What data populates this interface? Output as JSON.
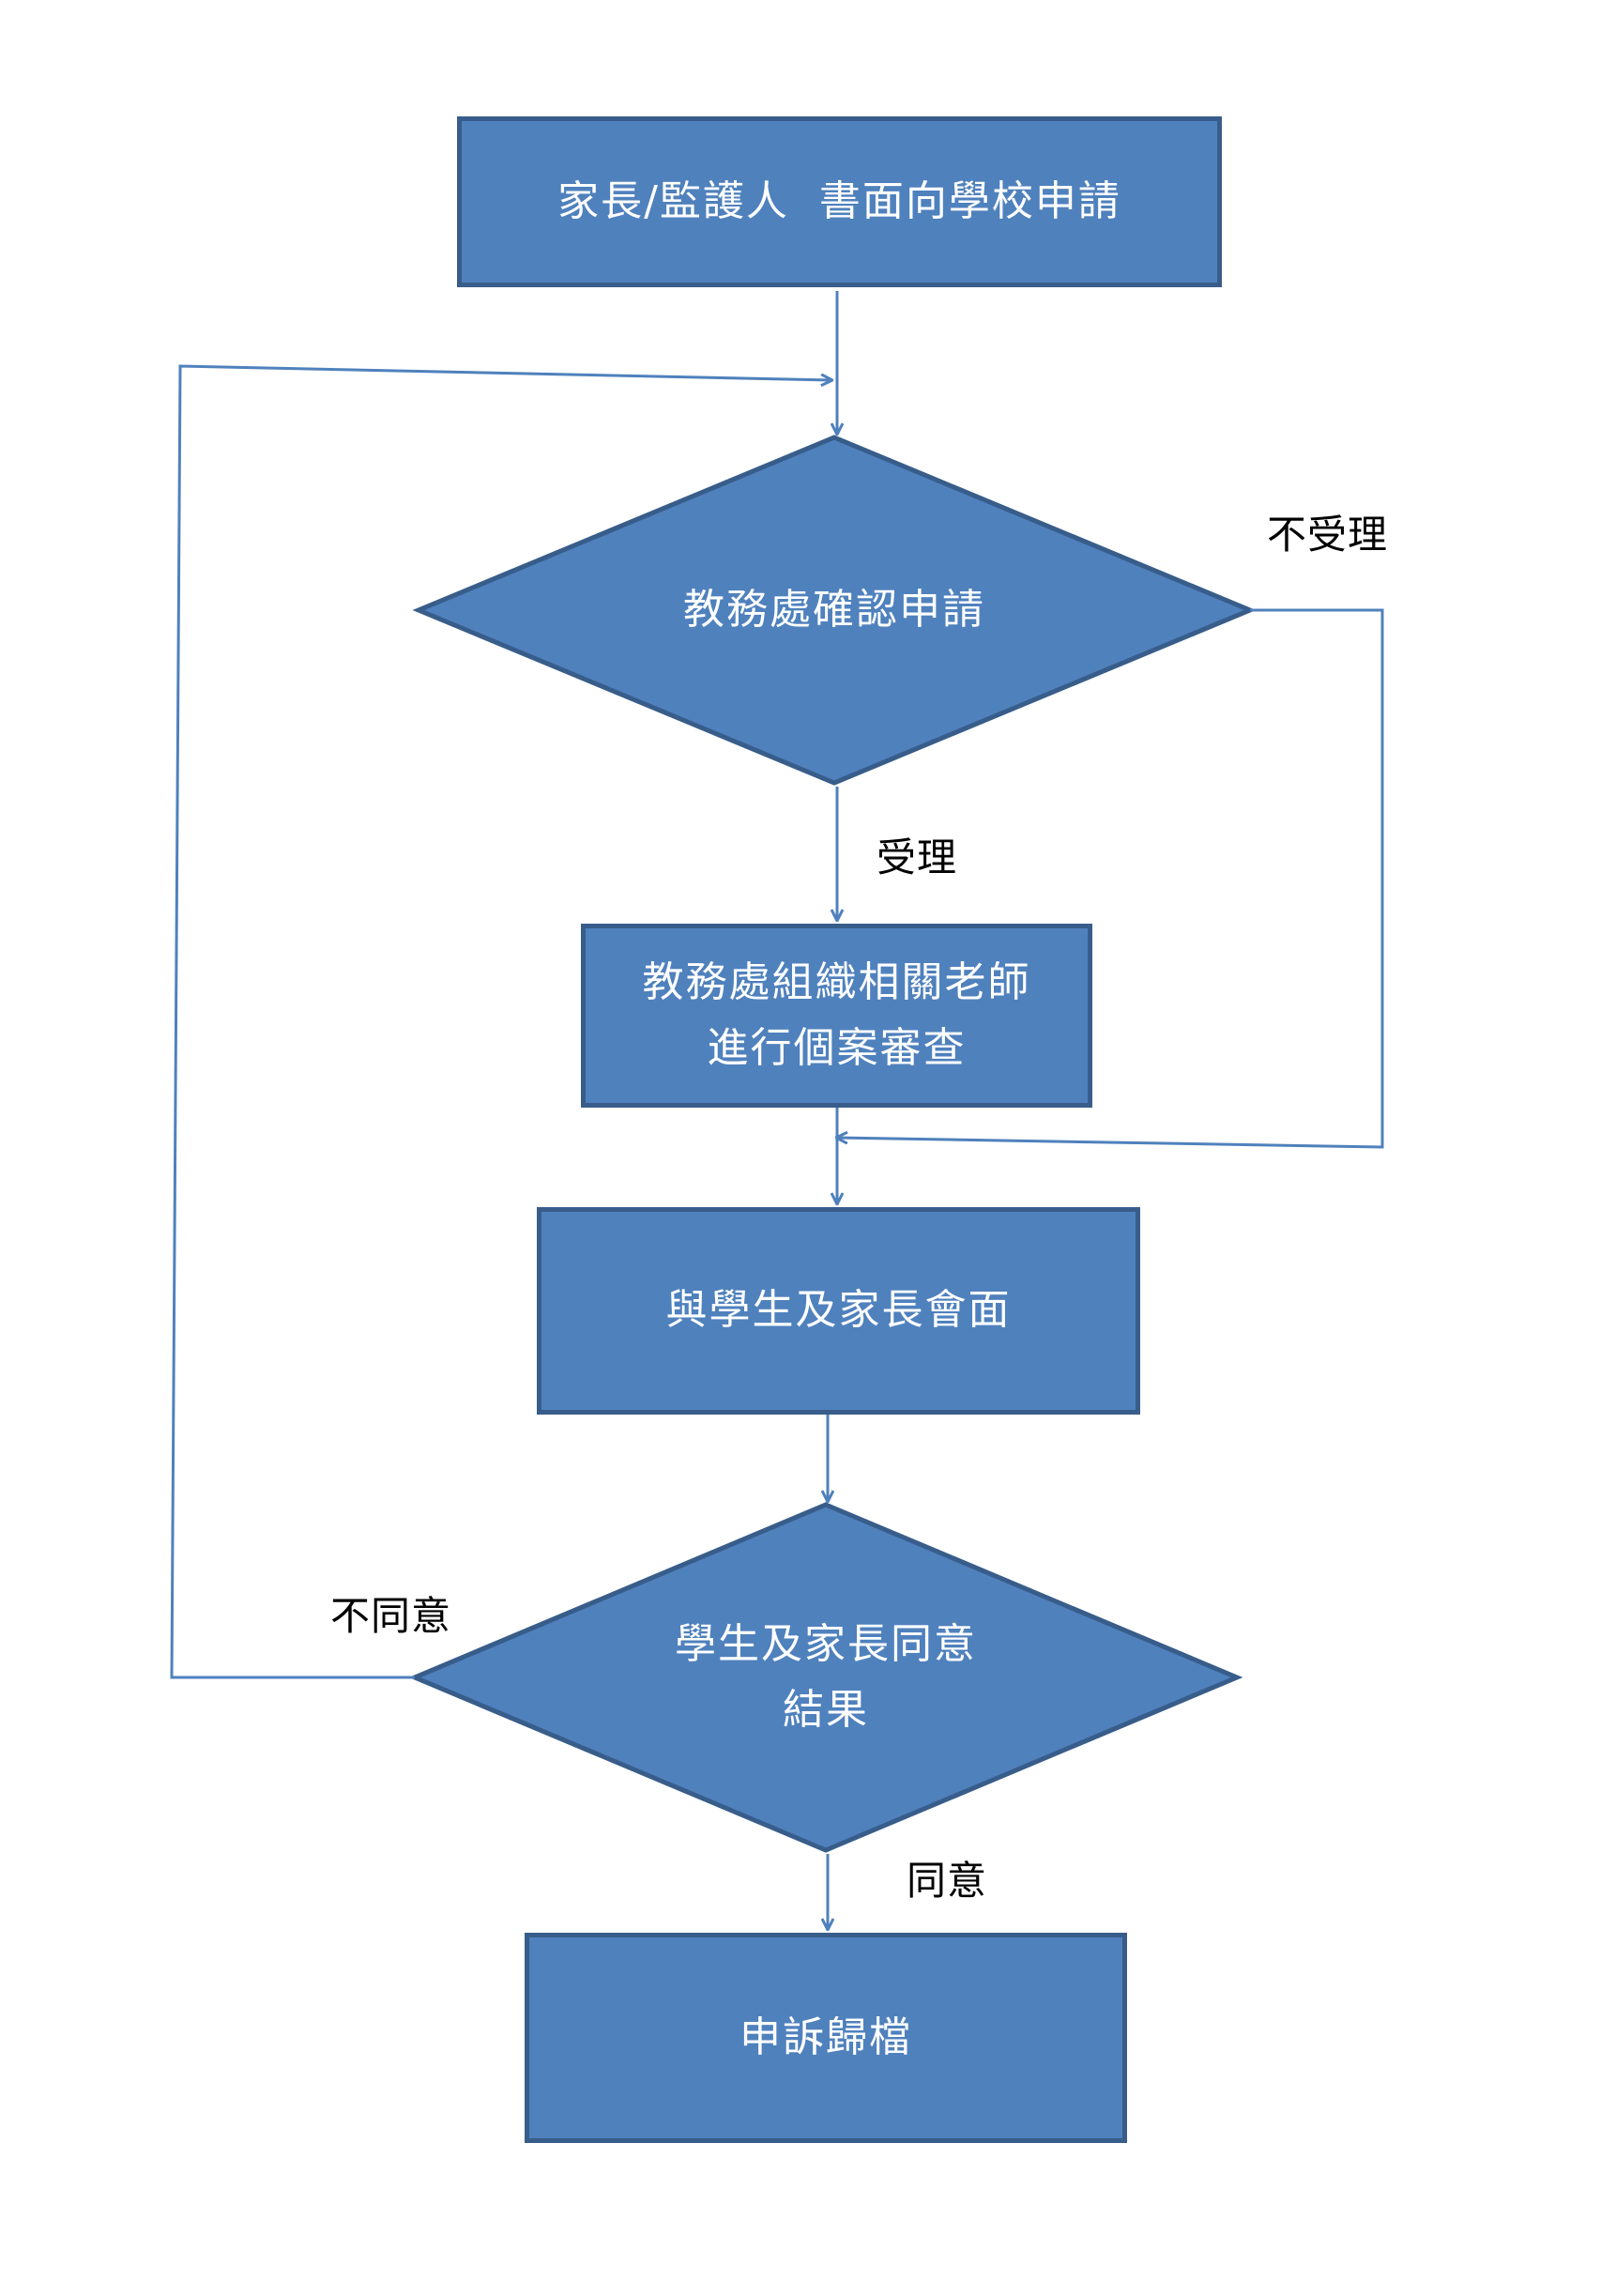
{
  "colors": {
    "node_fill": "#4f81bd",
    "node_border": "#385d8a",
    "node_text": "#ffffff",
    "connector": "#4f81bd",
    "edge_label_text": "#000000"
  },
  "nodes": {
    "apply": {
      "label": "家長/監護人  書面向學校申請"
    },
    "confirm": {
      "label": "教務處確認申請"
    },
    "review": {
      "line1": "教務處組織相關老師",
      "line2": "進行個案審查"
    },
    "meeting": {
      "label": "與學生及家長會面"
    },
    "agree_decision": {
      "line1": "學生及家長同意",
      "line2": "結果"
    },
    "archive": {
      "label": "申訴歸檔"
    }
  },
  "edge_labels": {
    "not_accepted": "不受理",
    "accepted": "受理",
    "disagree": "不同意",
    "agree": "同意"
  }
}
